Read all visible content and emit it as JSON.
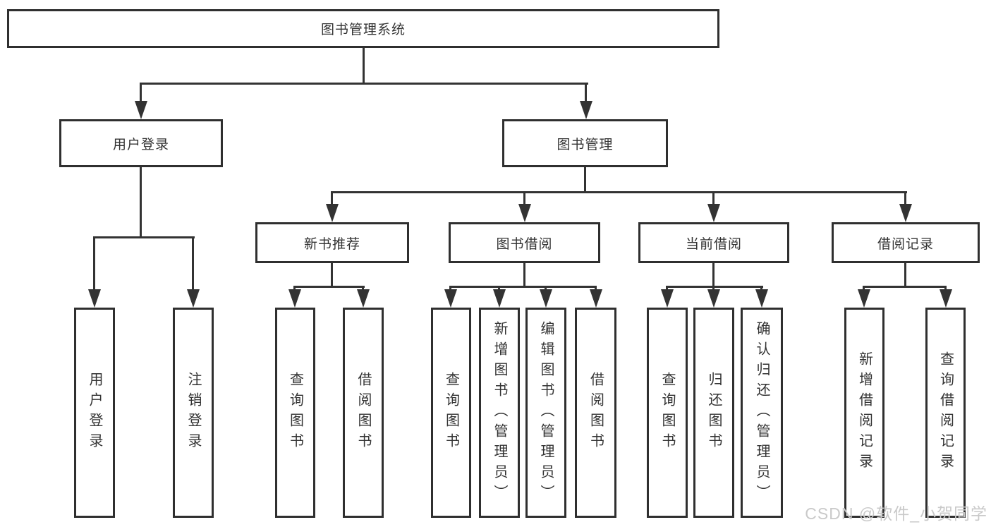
{
  "diagram": {
    "root": {
      "label": "图书管理系统"
    },
    "branches": [
      {
        "label": "用户登录",
        "children": [
          {
            "label": "用户登录"
          },
          {
            "label": "注销登录"
          }
        ]
      },
      {
        "label": "图书管理",
        "children": [
          {
            "label": "新书推荐",
            "children": [
              {
                "label": "查询图书"
              },
              {
                "label": "借阅图书"
              }
            ]
          },
          {
            "label": "图书借阅",
            "children": [
              {
                "label": "查询图书"
              },
              {
                "label": "新增图书（管理员）"
              },
              {
                "label": "编辑图书（管理员）"
              },
              {
                "label": "借阅图书"
              }
            ]
          },
          {
            "label": "当前借阅",
            "children": [
              {
                "label": "查询图书"
              },
              {
                "label": "归还图书"
              },
              {
                "label": "确认归还（管理员）"
              }
            ]
          },
          {
            "label": "借阅记录",
            "children": [
              {
                "label": "新增借阅记录"
              },
              {
                "label": "查询借阅记录"
              }
            ]
          }
        ]
      }
    ]
  },
  "watermark": {
    "text": "CSDN @软件_小贺同学"
  },
  "colors": {
    "line": "#333333",
    "box_border": "#2f2f2f",
    "text": "#333333",
    "background": "#ffffff",
    "watermark": "#c9c9c9"
  }
}
